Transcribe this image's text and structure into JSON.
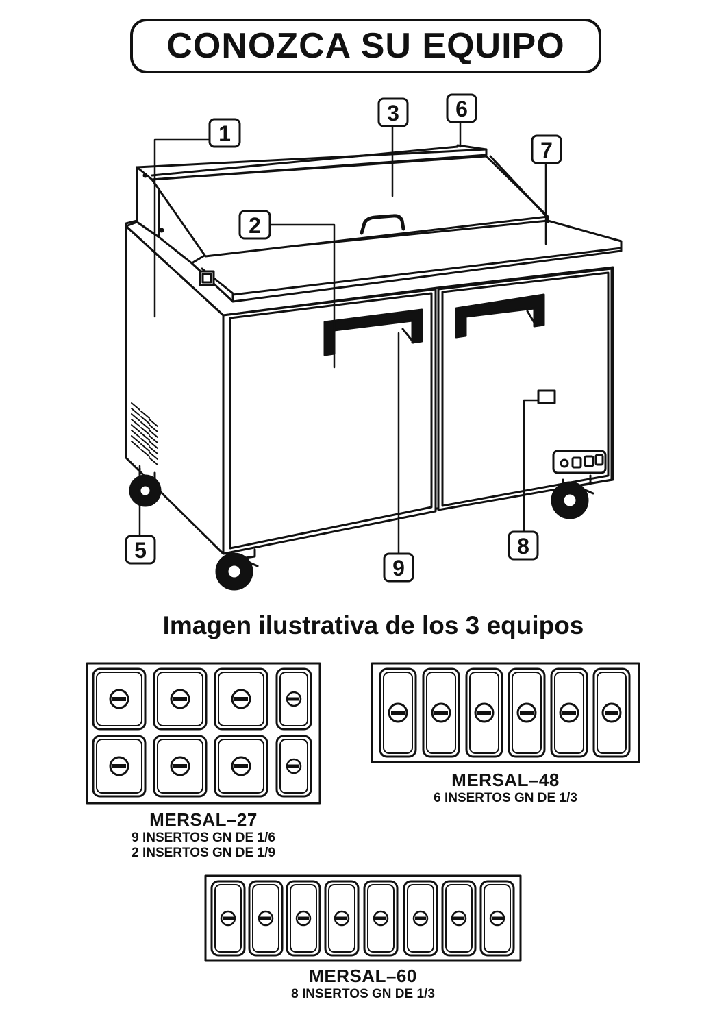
{
  "title": "CONOZCA SU EQUIPO",
  "callouts": [
    "1",
    "2",
    "3",
    "5",
    "6",
    "7",
    "8",
    "9"
  ],
  "subtitle": "Imagen ilustrativa de los 3 equipos",
  "models": [
    {
      "name": "MERSAL–27",
      "lines": [
        "9 INSERTOS GN DE 1/6",
        "2 INSERTOS GN DE 1/9"
      ]
    },
    {
      "name": "MERSAL–48",
      "lines": [
        "6 INSERTOS GN DE 1/3"
      ]
    },
    {
      "name": "MERSAL–60",
      "lines": [
        "8 INSERTOS GN DE 1/3"
      ]
    }
  ]
}
